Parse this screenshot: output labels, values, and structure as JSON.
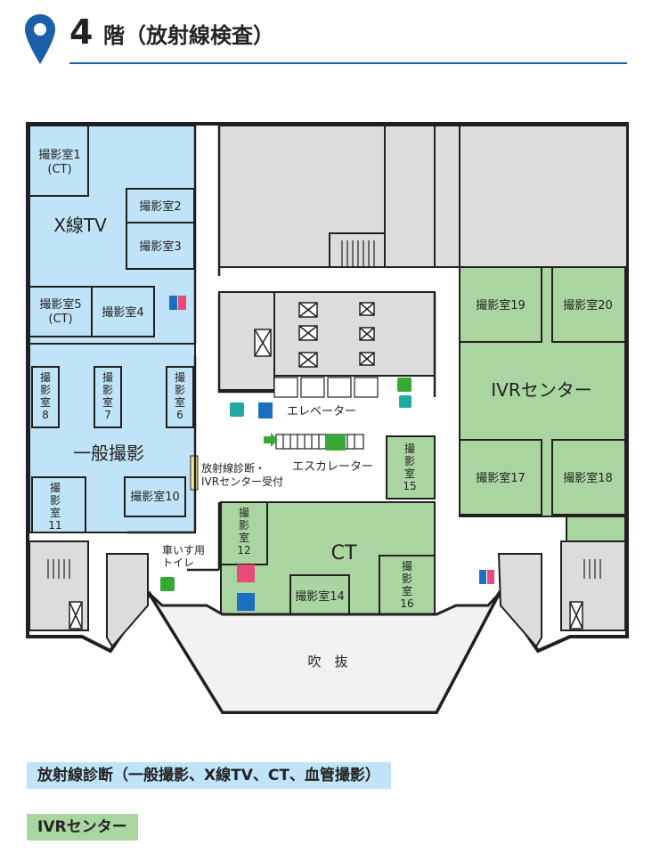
{
  "header": {
    "floor_number": "4",
    "floor_title": "階（放射線検査）",
    "icon": "location-pin-icon",
    "accent_color": "#1b5fa8"
  },
  "map": {
    "rooms_radiology": [
      {
        "id": "r1",
        "lines": [
          "撮影室1",
          "(CT)"
        ]
      },
      {
        "id": "xtv",
        "lines": [
          "X線TV"
        ]
      },
      {
        "id": "r2",
        "lines": [
          "撮影室2"
        ]
      },
      {
        "id": "r3",
        "lines": [
          "撮影室3"
        ]
      },
      {
        "id": "r5",
        "lines": [
          "撮影室5",
          "(CT)"
        ]
      },
      {
        "id": "r4",
        "lines": [
          "撮影室4"
        ]
      },
      {
        "id": "r8",
        "lines": [
          "撮",
          "影",
          "室",
          "8"
        ]
      },
      {
        "id": "r7",
        "lines": [
          "撮",
          "影",
          "室",
          "7"
        ]
      },
      {
        "id": "r6",
        "lines": [
          "撮",
          "影",
          "室",
          "6"
        ]
      },
      {
        "id": "gen",
        "lines": [
          "一般撮影"
        ]
      },
      {
        "id": "r11",
        "lines": [
          "撮",
          "影",
          "室",
          "11"
        ]
      },
      {
        "id": "r10",
        "lines": [
          "撮影室10"
        ]
      }
    ],
    "rooms_ivr": [
      {
        "id": "r19",
        "lines": [
          "撮影室19"
        ]
      },
      {
        "id": "r20",
        "lines": [
          "撮影室20"
        ]
      },
      {
        "id": "ivr",
        "lines": [
          "IVRセンター"
        ]
      },
      {
        "id": "r17",
        "lines": [
          "撮影室17"
        ]
      },
      {
        "id": "r18",
        "lines": [
          "撮影室18"
        ]
      },
      {
        "id": "r15",
        "lines": [
          "撮",
          "影",
          "室",
          "15"
        ]
      },
      {
        "id": "r12",
        "lines": [
          "撮",
          "影",
          "室",
          "12"
        ]
      },
      {
        "id": "ct",
        "lines": [
          "CT"
        ]
      },
      {
        "id": "r14",
        "lines": [
          "撮影室14"
        ]
      },
      {
        "id": "r16",
        "lines": [
          "撮",
          "影",
          "室",
          "16"
        ]
      }
    ],
    "elevator_label": "エレベーター",
    "escalator_label": "エスカレーター",
    "reception_label": [
      "放射線診断・",
      "IVRセンター受付"
    ],
    "wheelchair_toilet_label": [
      "車いす用",
      "トイレ"
    ],
    "atrium_label": "吹　抜",
    "colors": {
      "radiology": "#bfe3f7",
      "ivr": "#a9d6a0",
      "gray": "#dcdcdc",
      "wall": "#231f20",
      "female_toilet": "#e84a7a",
      "male_toilet": "#1b6fc0",
      "accessible": "#39a935",
      "phone": "#20a9a0"
    },
    "icons": [
      "elevator-icon",
      "escalator-icon",
      "toilet-icon",
      "wheelchair-icon",
      "phone-icon",
      "atm-icon",
      "arrow-right-icon"
    ]
  },
  "legend": [
    {
      "label": "放射線診断（一般撮影、X線TV、CT、血管撮影）",
      "color": "#bfe3f7"
    },
    {
      "label": "IVRセンター",
      "color": "#a9d6a0"
    }
  ]
}
